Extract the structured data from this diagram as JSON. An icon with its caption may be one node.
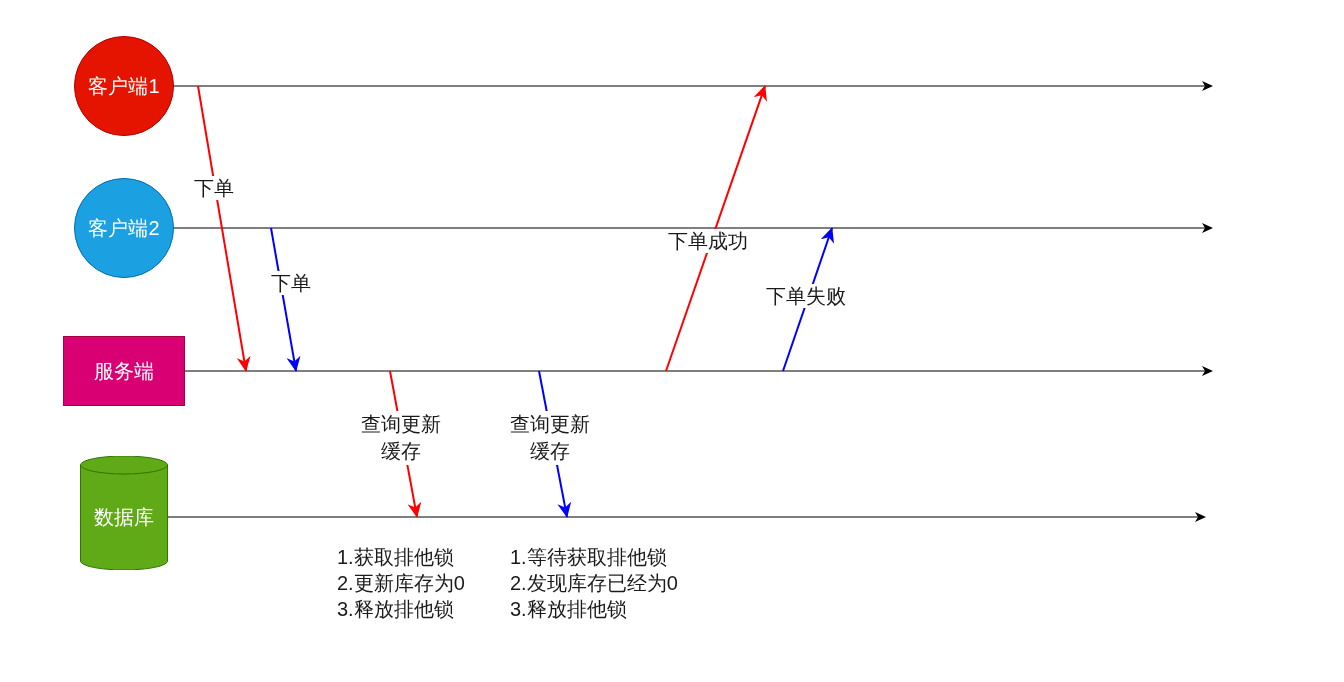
{
  "diagram": {
    "nodes": [
      {
        "text": [
          "客户端1"
        ]
      },
      {
        "text": [],
        "shape": "line"
      },
      {
        "text": [
          "客户端2"
        ]
      },
      {
        "text": [],
        "shape": "line"
      },
      {
        "text": [
          "服务端"
        ]
      },
      {
        "text": [],
        "shape": "line"
      },
      {
        "text": [
          "数据库"
        ]
      },
      {
        "text": [],
        "shape": "line"
      }
    ],
    "edges": [
      {
        "from": 1,
        "to": 5,
        "arrow": "to",
        "label": "下单",
        "color": "#ff0000"
      },
      {
        "from": 3,
        "to": 5,
        "arrow": "to",
        "label": "下单",
        "color": "#0000ff"
      },
      {
        "from": 5,
        "to": 7,
        "arrow": "to",
        "label": "查询更新缓存",
        "color": "#ff0000"
      },
      {
        "from": 5,
        "to": 7,
        "arrow": "to",
        "label": "查询更新缓存",
        "color": "#0000ff"
      },
      {
        "from": 5,
        "to": 1,
        "arrow": "to",
        "label": "下单成功",
        "color": "#ff0000"
      },
      {
        "from": 5,
        "to": 3,
        "arrow": "to",
        "label": "下单失败",
        "color": "#0000ff"
      }
    ],
    "labels": [
      "1.获取排他锁",
      "2.更新库存为0",
      "3.释放排他锁",
      "1.等待获取排他锁",
      "2.发现库存已经为0",
      "3.释放排他锁"
    ]
  }
}
